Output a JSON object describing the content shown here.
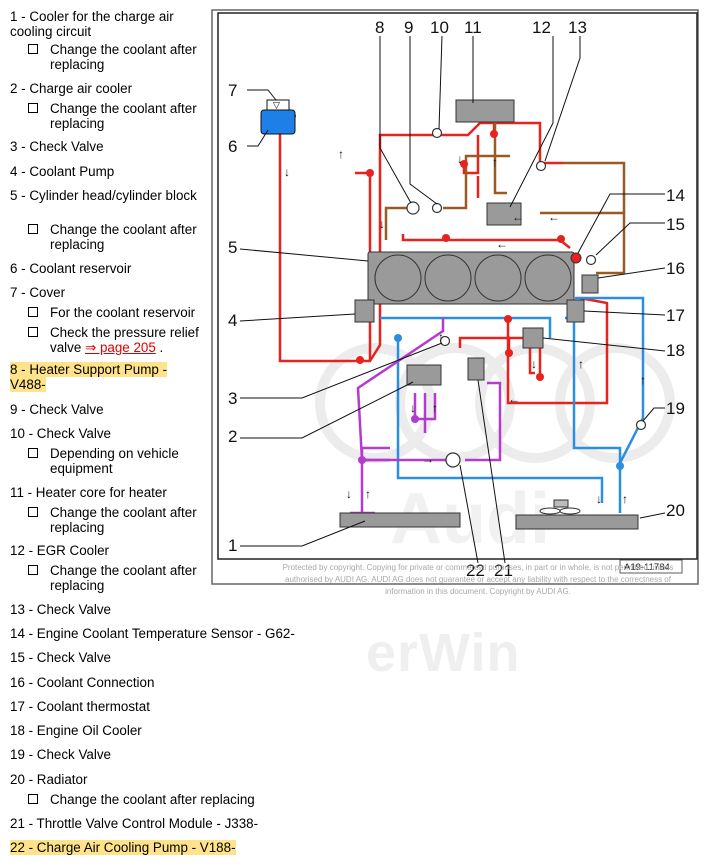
{
  "legend": [
    {
      "num": "1",
      "text": "1 - Cooler for the charge air cooling circuit",
      "subs": [
        "Change the coolant after replacing"
      ]
    },
    {
      "num": "2",
      "text": "2 - Charge air cooler",
      "subs": [
        "Change the coolant after replacing"
      ]
    },
    {
      "num": "3",
      "text": "3 - Check Valve"
    },
    {
      "num": "4",
      "text": "4 - Coolant Pump"
    },
    {
      "num": "5",
      "text": "5 - Cylinder head/cylinder block",
      "subs": [
        "Change the coolant after replacing"
      ]
    },
    {
      "num": "6",
      "text": "6 - Coolant reservoir"
    },
    {
      "num": "7",
      "text": "7 - Cover",
      "subs": [
        "For the coolant reservoir",
        "Check the pressure relief valve"
      ],
      "link": "⇒ page 205"
    },
    {
      "num": "8",
      "text": "8 - Heater Support Pump - V488-",
      "highlight": true
    },
    {
      "num": "9",
      "text": "9 - Check Valve"
    },
    {
      "num": "10",
      "text": "10 - Check Valve",
      "subs": [
        "Depending on vehicle equipment"
      ]
    },
    {
      "num": "11",
      "text": "11 - Heater core for heater",
      "subs": [
        "Change the coolant after replacing"
      ]
    },
    {
      "num": "12",
      "text": "12 - EGR Cooler",
      "subs": [
        "Change the coolant after replacing"
      ]
    },
    {
      "num": "13",
      "text": "13 - Check Valve"
    },
    {
      "num": "14",
      "text": "14 - Engine Coolant Temperature Sensor - G62-"
    },
    {
      "num": "15",
      "text": "15 - Check Valve"
    },
    {
      "num": "16",
      "text": "16 - Coolant Connection"
    },
    {
      "num": "17",
      "text": "17 - Coolant thermostat"
    },
    {
      "num": "18",
      "text": "18 - Engine Oil Cooler"
    },
    {
      "num": "19",
      "text": "19 - Check Valve"
    },
    {
      "num": "20",
      "text": "20 - Radiator",
      "subs": [
        "Change the coolant after replacing"
      ]
    },
    {
      "num": "21",
      "text": "21 - Throttle Valve Control Module - J338-"
    },
    {
      "num": "22",
      "text": "22 - Charge Air Cooling Pump - V188-",
      "highlight": true
    }
  ],
  "diagram": {
    "code": "A19-11784",
    "callouts": [
      "1",
      "2",
      "3",
      "4",
      "5",
      "6",
      "7",
      "8",
      "9",
      "10",
      "11",
      "12",
      "13",
      "14",
      "15",
      "16",
      "17",
      "18",
      "19",
      "20",
      "21",
      "22"
    ],
    "colors": {
      "hot": "#e8221c",
      "cold": "#2a8fe0",
      "charge": "#b43bd0",
      "egr": "#9a5a24",
      "component": "#9a9a9a",
      "reservoir": "#1f7fe8"
    }
  },
  "copyright": "Protected by copyright. Copying for private or commercial purposes, in part or in whole, is not permitted unless authorised by AUDI AG. AUDI AG does not guarantee or accept any liability with respect to the correctness of information in this document. Copyright by AUDI AG.",
  "watermark": "erWin"
}
